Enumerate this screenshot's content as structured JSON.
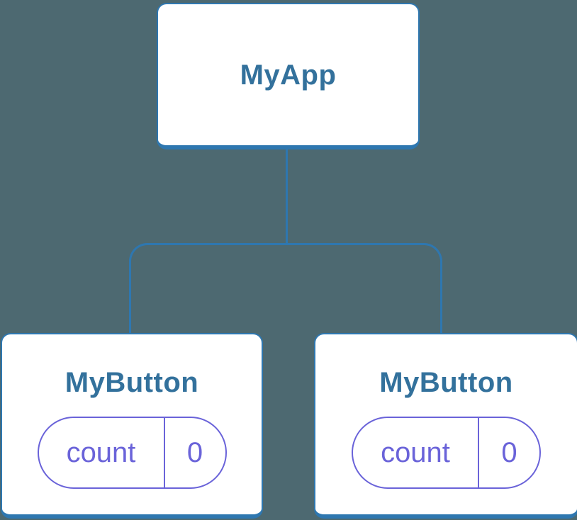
{
  "colors": {
    "background": "#4d6971",
    "node_fill": "#ffffff",
    "node_border": "#2e77b0",
    "node_title": "#33719c",
    "state_accent": "#6a63d9"
  },
  "tree": {
    "root": {
      "label": "MyApp"
    },
    "children": [
      {
        "label": "MyButton",
        "state": {
          "key": "count",
          "value": "0"
        }
      },
      {
        "label": "MyButton",
        "state": {
          "key": "count",
          "value": "0"
        }
      }
    ]
  }
}
